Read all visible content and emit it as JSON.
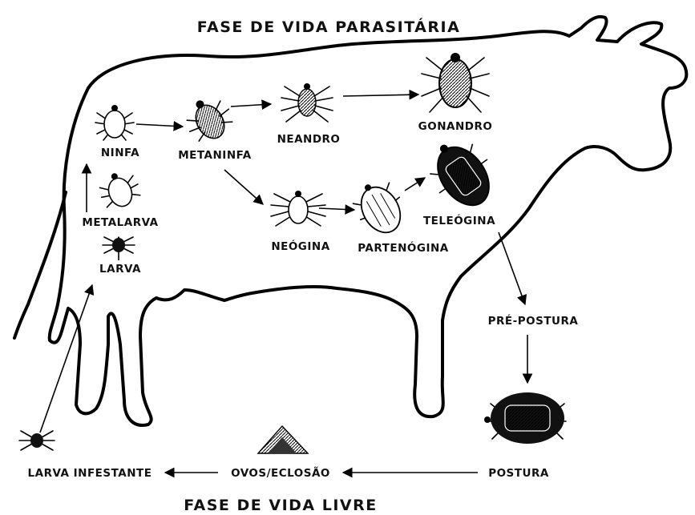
{
  "titles": {
    "parasitic": "FASE DE VIDA PARASITÁRIA",
    "free": "FASE DE VIDA LIVRE"
  },
  "stages": {
    "ninfa": "NINFA",
    "metaninfa": "METANINFA",
    "neandro": "NEANDRO",
    "gonandro": "GONANDRO",
    "metalarva": "METALARVA",
    "larva": "LARVA",
    "neogina": "NEÓGINA",
    "partenogina": "PARTENÓGINA",
    "teleogina": "TELEÓGINA",
    "pre_postura": "PRÉ-POSTURA",
    "postura": "POSTURA",
    "ovos_eclosao": "OVOS/ECLOSÃO",
    "larva_infestante": "LARVA INFESTANTE"
  },
  "colors": {
    "ink": "#000000",
    "background": "#ffffff"
  }
}
